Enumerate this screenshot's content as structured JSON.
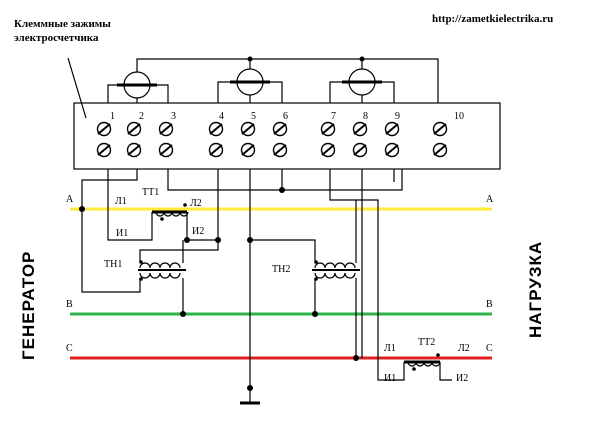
{
  "header": {
    "title_line1": "Клеммные зажимы",
    "title_line2": "электросчетчика",
    "url": "http://zametkielectrika.ru"
  },
  "terminals": [
    "1",
    "2",
    "3",
    "4",
    "5",
    "6",
    "7",
    "8",
    "9",
    "10"
  ],
  "phases": {
    "a": {
      "left": "A",
      "right": "A",
      "color": "#ffea3a"
    },
    "b": {
      "left": "B",
      "right": "B",
      "color": "#2fb34a"
    },
    "c": {
      "left": "C",
      "right": "C",
      "color": "#e02020"
    }
  },
  "side_labels": {
    "left": "ГЕНЕРАТОР",
    "right": "НАГРУЗКА"
  },
  "transformers": {
    "tt1": {
      "name": "ТТ1",
      "l1": "Л1",
      "l2": "Л2",
      "i1": "И1",
      "i2": "И2"
    },
    "tt2": {
      "name": "ТТ2",
      "l1": "Л1",
      "l2": "Л2",
      "i1": "И1",
      "i2": "И2"
    },
    "tn1": {
      "name": "ТН1"
    },
    "tn2": {
      "name": "ТН2"
    }
  }
}
